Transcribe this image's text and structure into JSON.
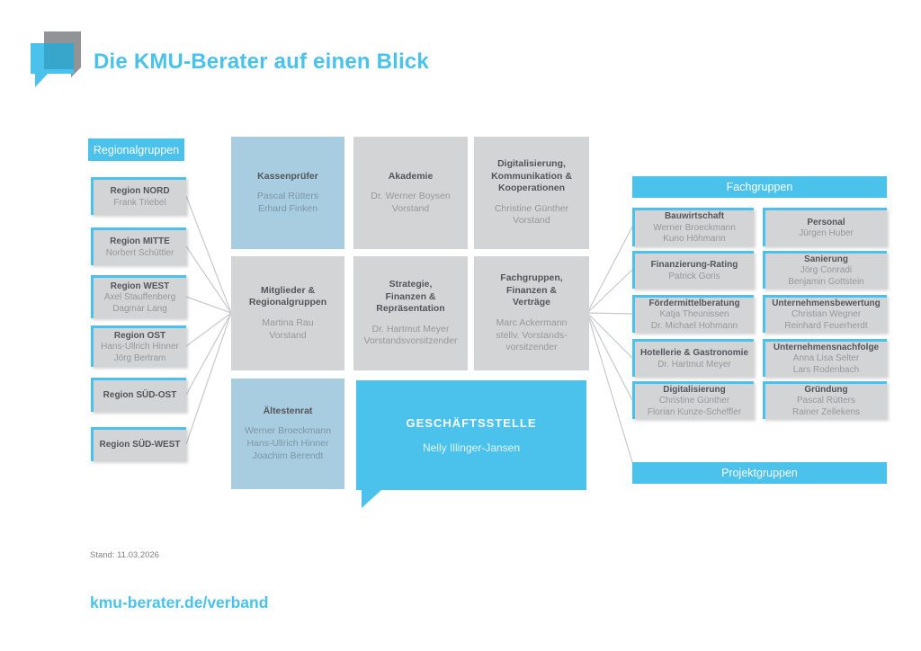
{
  "title": "Die KMU-Berater auf einen Blick",
  "regional": {
    "header": "Regionalgruppen",
    "items": [
      {
        "title": "Region NORD",
        "names": "Frank Triebel"
      },
      {
        "title": "Region MITTE",
        "names": "Norbert Schüttler"
      },
      {
        "title": "Region WEST",
        "names": "Axel Stauffenberg\nDagmar Lang"
      },
      {
        "title": "Region OST",
        "names": "Hans-Ullrich Hinner\nJörg Bertram"
      },
      {
        "title": "Region SÜD-OST",
        "names": ""
      },
      {
        "title": "Region SÜD-WEST",
        "names": ""
      }
    ]
  },
  "center": {
    "kassenpruefer": {
      "title": "Kassenprüfer",
      "sub": "Pascal Rütters\nErhard Finken"
    },
    "akademie": {
      "title": "Akademie",
      "sub": "Dr. Werner Boysen\nVorstand"
    },
    "digitalisierung": {
      "title": "Digitalisierung,\nKommunikation &\nKooperationen",
      "sub": "Christine Günther\nVorstand"
    },
    "mitglieder": {
      "title": "Mitglieder &\nRegionalgruppen",
      "sub": "Martina Rau\nVorstand"
    },
    "strategie": {
      "title": "Strategie,\nFinanzen &\nRepräsentation",
      "sub": "Dr. Hartmut Meyer\nVorstandsvorsitzender"
    },
    "fachgruppen_finanzen": {
      "title": "Fachgruppen,\nFinanzen &\nVerträge",
      "sub": "Marc Ackermann\nstellv. Vorstands-\nvorsitzender"
    },
    "aeltestenrat": {
      "title": "Ältestenrat",
      "sub": "Werner Broeckmann\nHans-Ullrich Hinner\nJoachim Berendt"
    },
    "geschaeftsstelle": {
      "title": "GESCHÄFTSSTELLE",
      "sub": "Nelly Illinger-Jansen"
    }
  },
  "fachgruppen": {
    "header": "Fachgruppen",
    "col1": [
      {
        "title": "Bauwirtschaft",
        "names": "Werner Broeckmann\nKuno Höhmann"
      },
      {
        "title": "Finanzierung-Rating",
        "names": "Patrick Goris"
      },
      {
        "title": "Fördermittelberatung",
        "names": "Katja Theunissen\nDr. Michael Hohmann"
      },
      {
        "title": "Hotellerie & Gastronomie",
        "names": "Dr. Hartmut Meyer"
      },
      {
        "title": "Digitalisierung",
        "names": "Christine Günther\nFlorian Kunze-Scheffler"
      }
    ],
    "col2": [
      {
        "title": "Personal",
        "names": "Jürgen Huber"
      },
      {
        "title": "Sanierung",
        "names": "Jörg Conradi\nBenjamin Gottstein"
      },
      {
        "title": "Unternehmensbewertung",
        "names": "Christian Wegner\nReinhard Feuerherdt"
      },
      {
        "title": "Unternehmensnachfolge",
        "names": "Anna Lisa Selter\nLars Rodenbach"
      },
      {
        "title": "Gründung",
        "names": "Pascal Rütters\nRainer Zellekens"
      }
    ]
  },
  "projektgruppen": {
    "header": "Projektgruppen"
  },
  "footer": {
    "stand": "Stand: 11.03.2026",
    "url": "kmu-berater.de/verband"
  },
  "colors": {
    "accent": "#4ac2eb",
    "light_blue": "#a8cde1",
    "box_gray": "#d3d4d6",
    "line_gray": "#c8c9cb",
    "text_dark": "#54555a",
    "text_muted": "#97989b",
    "text_muted_blue": "#7d95a4",
    "logo_gray": "#919396",
    "logo_overlap": "#38a6cb"
  }
}
